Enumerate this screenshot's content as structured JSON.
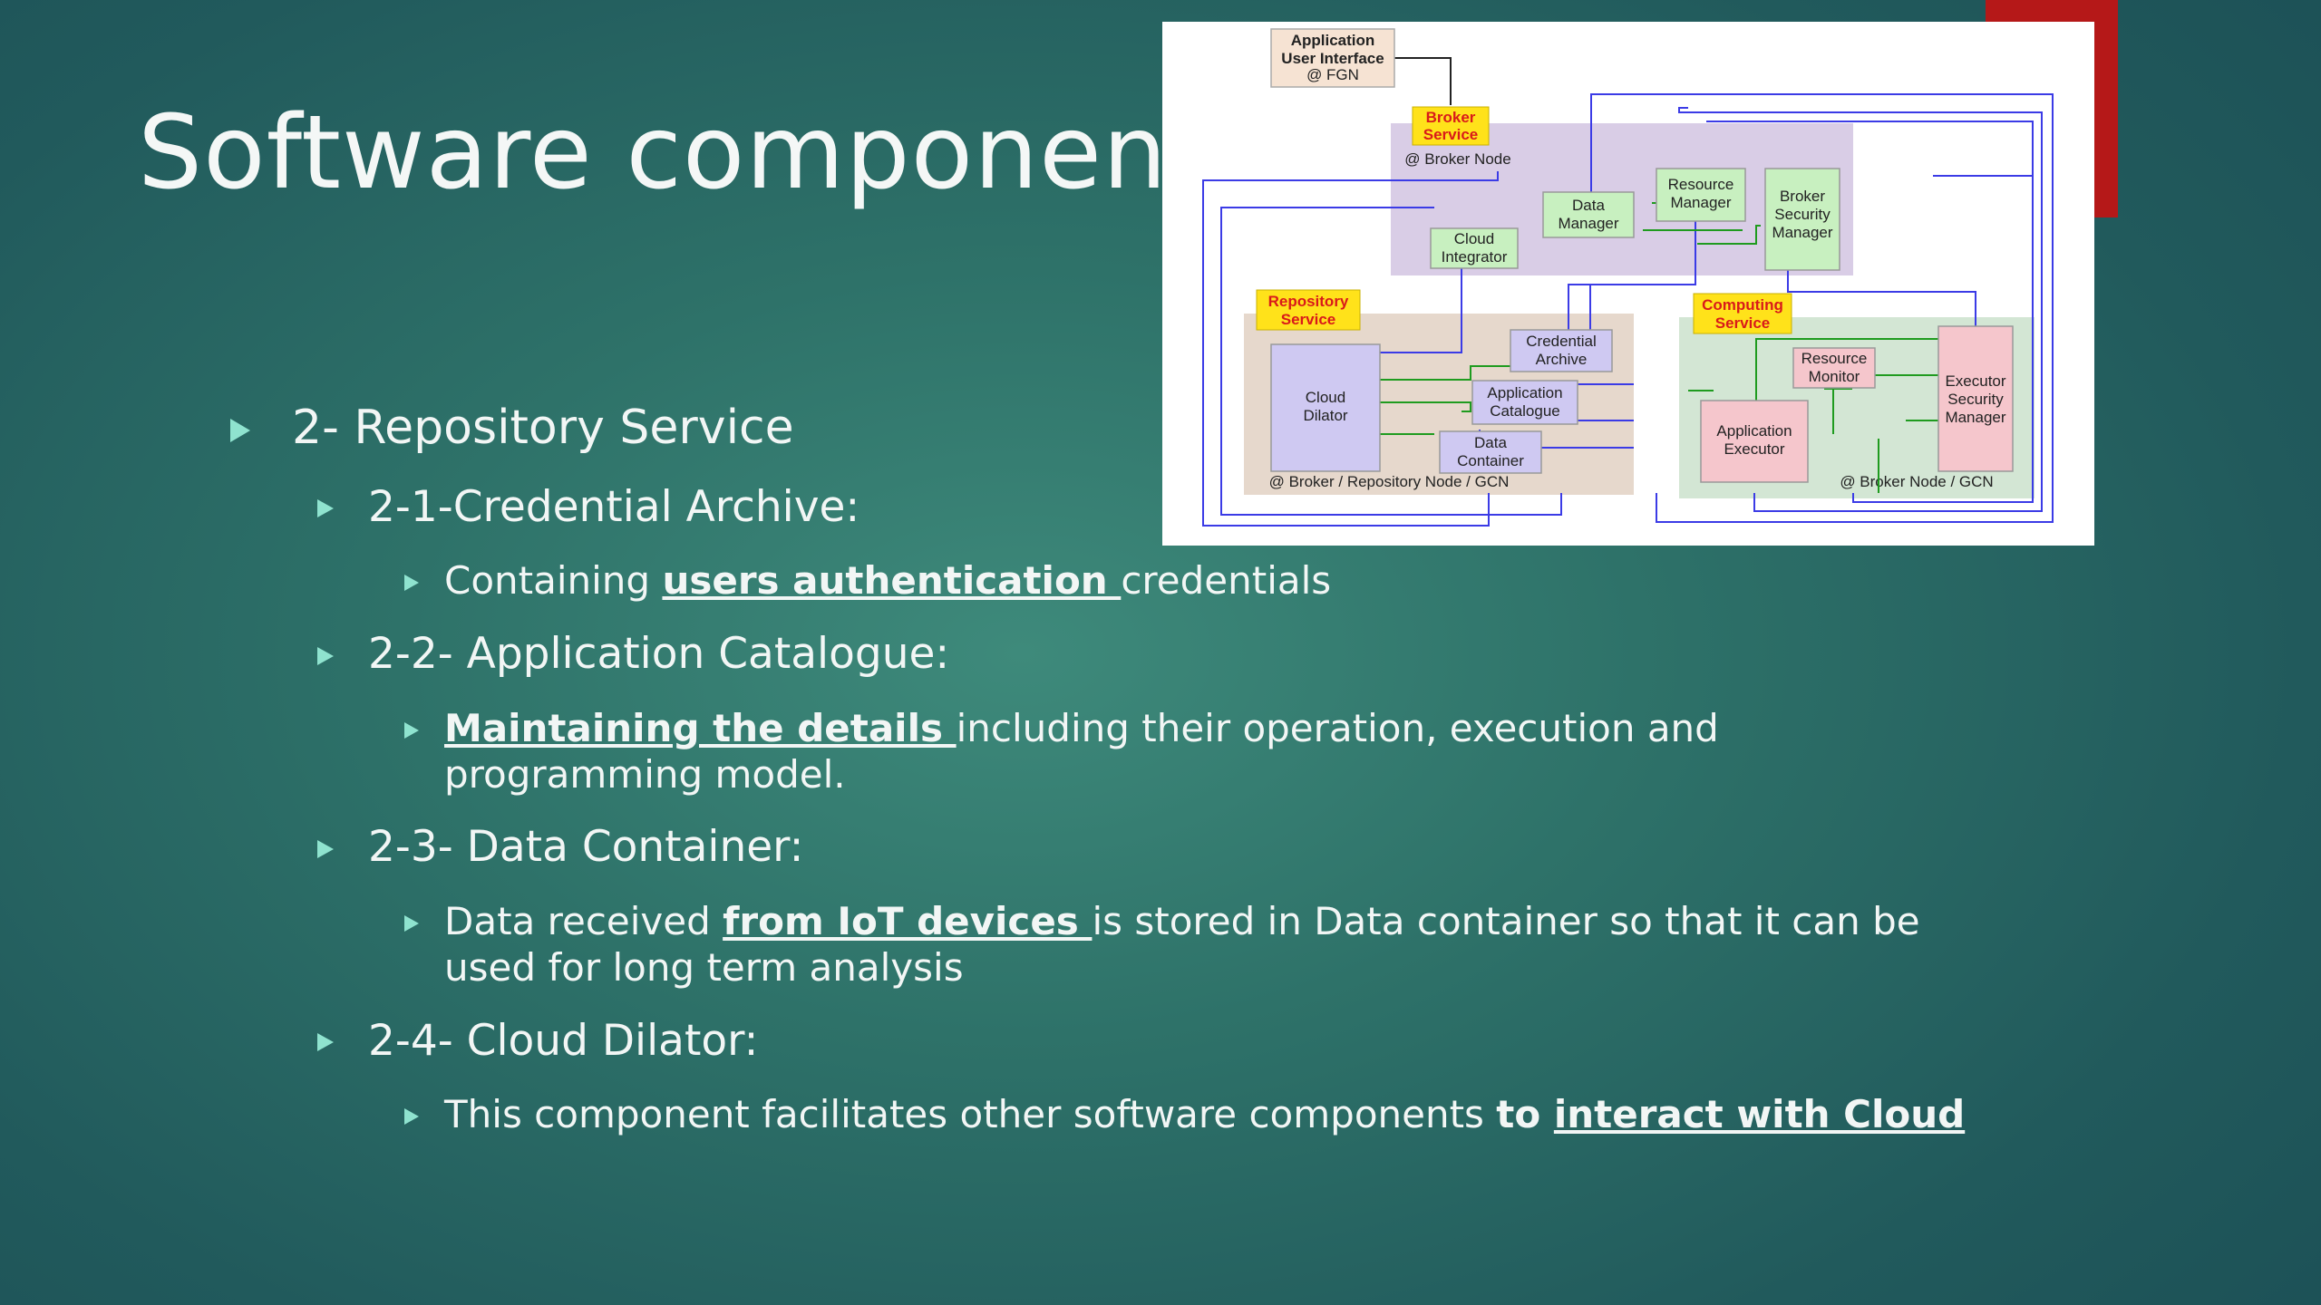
{
  "slide": {
    "title": "Software components",
    "accent_color": "#b51818"
  },
  "bullets": {
    "l1_repository": "2- Repository Service",
    "cred_title": "2-1-Credential Archive:",
    "cred_pre": "Containing ",
    "cred_em": "users authentication ",
    "cred_post": "credentials",
    "cat_title": "2-2- Application Catalogue:",
    "cat_em": "Maintaining the details ",
    "cat_line1": "including their operation, execution and",
    "cat_line2": "programming model.",
    "data_title": "2-3- Data Container:",
    "data_pre": "Data received ",
    "data_em": "from IoT devices ",
    "data_line1": "is stored in Data container so that it can be",
    "data_line2": "used for long term analysis",
    "dilator_title": "2-4- Cloud Dilator:",
    "dil_pre": "This component facilitates other software components ",
    "dil_bold": "to ",
    "dil_em": "interact with Cloud"
  },
  "figure": {
    "app_ui": [
      "Application",
      "User Interface",
      "@ FGN"
    ],
    "broker_service": [
      "Broker",
      "Service"
    ],
    "broker_node": "@ Broker Node",
    "resource_manager": [
      "Resource",
      "Manager"
    ],
    "data_manager": [
      "Data",
      "Manager"
    ],
    "broker_security_manager": [
      "Broker",
      "Security",
      "Manager"
    ],
    "cloud_integrator": [
      "Cloud",
      "Integrator"
    ],
    "repository_service": [
      "Repository",
      "Service"
    ],
    "credential_archive": [
      "Credential",
      "Archive"
    ],
    "cloud_dilator": [
      "Cloud",
      "Dilator"
    ],
    "application_catalogue": [
      "Application",
      "Catalogue"
    ],
    "data_container": [
      "Data",
      "Container"
    ],
    "repo_node": "@ Broker / Repository Node / GCN",
    "computing_service": [
      "Computing",
      "Service"
    ],
    "resource_monitor": [
      "Resource",
      "Monitor"
    ],
    "executor_security_manager": [
      "Executor",
      "Security",
      "Manager"
    ],
    "application_executor": [
      "Application",
      "Executor"
    ],
    "compute_node": "@ Broker Node / GCN"
  }
}
